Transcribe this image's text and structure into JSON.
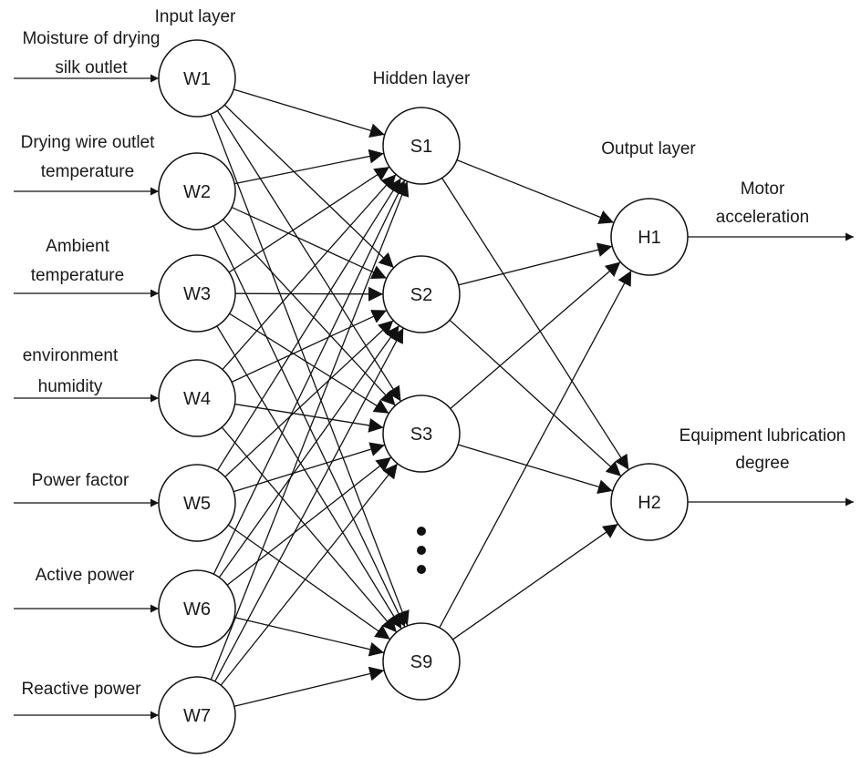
{
  "layers": {
    "input": "Input layer",
    "hidden": "Hidden layer",
    "output": "Output layer"
  },
  "input_nodes": [
    {
      "id": "W1",
      "label": [
        "Moisture of drying",
        "silk outlet"
      ]
    },
    {
      "id": "W2",
      "label": [
        "Drying wire outlet",
        "temperature"
      ]
    },
    {
      "id": "W3",
      "label": [
        "Ambient",
        "temperature"
      ]
    },
    {
      "id": "W4",
      "label": [
        "environment",
        "humidity"
      ]
    },
    {
      "id": "W5",
      "label": [
        "Power factor"
      ]
    },
    {
      "id": "W6",
      "label": [
        "Active power"
      ]
    },
    {
      "id": "W7",
      "label": [
        "Reactive power"
      ]
    }
  ],
  "hidden_nodes": [
    "S1",
    "S2",
    "S3",
    "S9"
  ],
  "hidden_ellipsis": "⋮",
  "output_nodes": [
    {
      "id": "H1",
      "label": [
        "Motor",
        "acceleration"
      ]
    },
    {
      "id": "H2",
      "label": [
        "Equipment lubrication",
        "degree"
      ]
    }
  ],
  "connections": "fully-connected"
}
